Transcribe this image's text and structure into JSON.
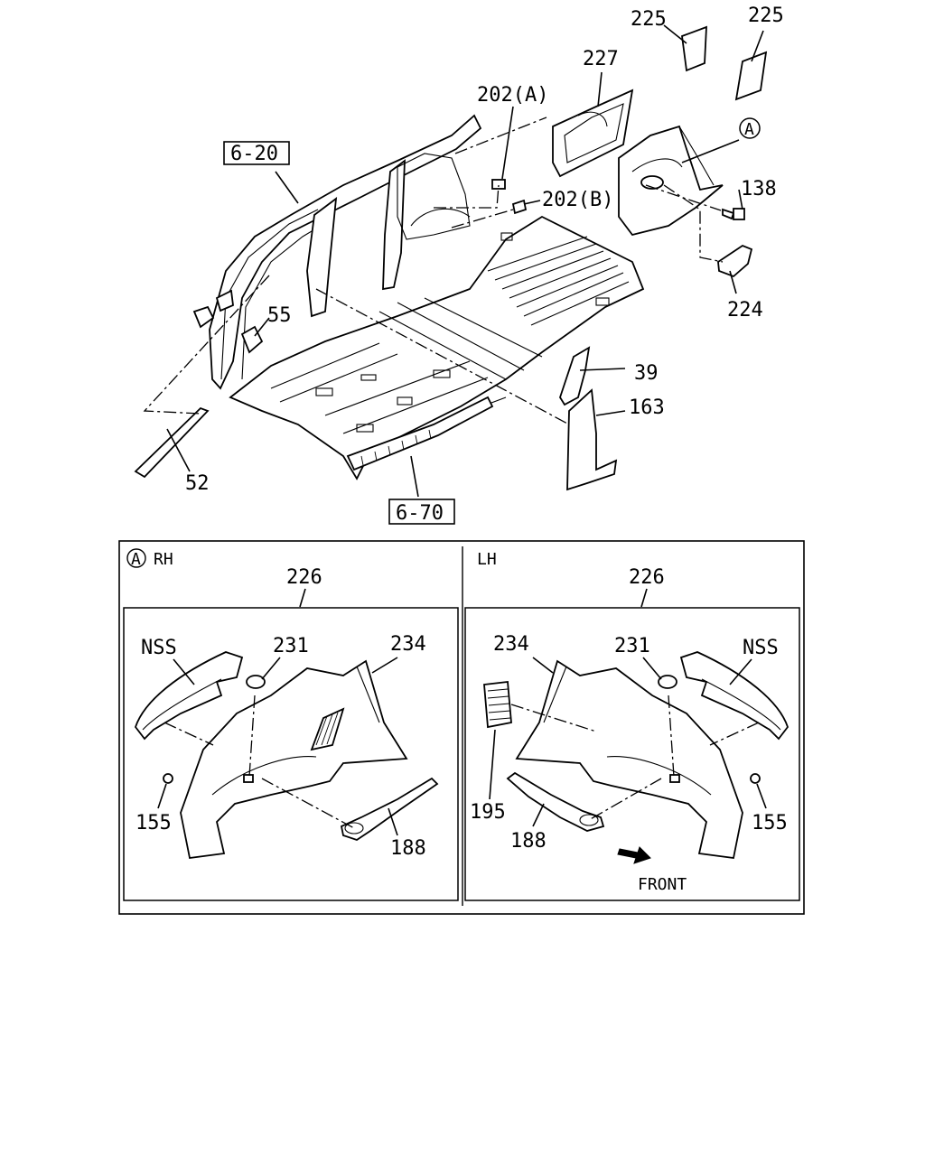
{
  "references": {
    "top_ref": "6-20",
    "bottom_ref": "6-70"
  },
  "callouts": {
    "c225a": "225",
    "c225b": "225",
    "c227": "227",
    "c202a": "202(A)",
    "c202b": "202(B)",
    "c138": "138",
    "c224": "224",
    "c55": "55",
    "c52": "52",
    "c39": "39",
    "c163": "163",
    "circle_a": "A"
  },
  "detail": {
    "marker_letter": "A",
    "rh": {
      "side_label": "RH",
      "group_label": "226",
      "nss": "NSS",
      "p231": "231",
      "p234": "234",
      "p155": "155",
      "p188": "188"
    },
    "lh": {
      "side_label": "LH",
      "group_label": "226",
      "p234": "234",
      "p231": "231",
      "nss": "NSS",
      "p195": "195",
      "p188": "188",
      "p155": "155",
      "front_label": "FRONT"
    }
  }
}
